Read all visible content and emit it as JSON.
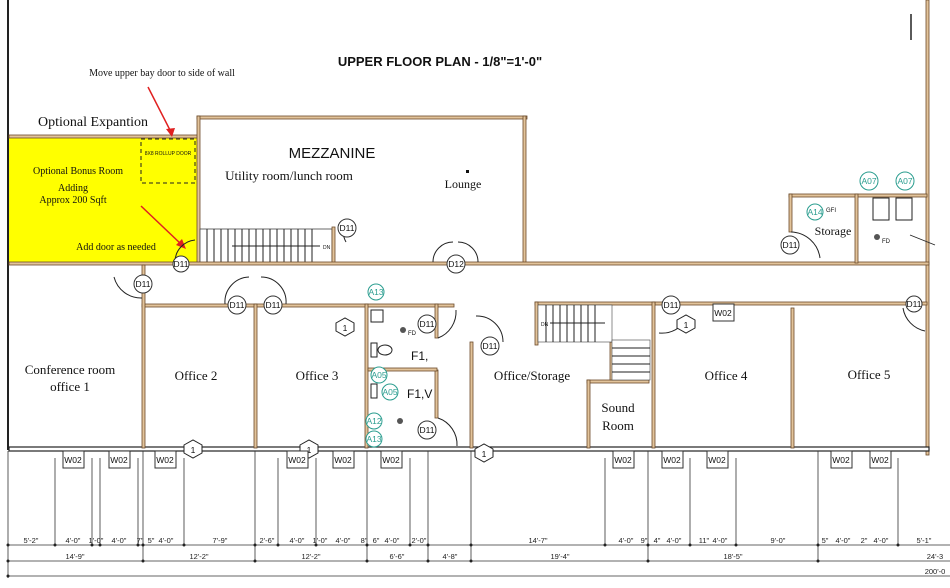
{
  "title": "UPPER FLOOR PLAN - 1/8\"=1'-0\"",
  "annotations": {
    "move_door_note": "Move upper bay door to side of wall",
    "optional_expansion": "Optional Expantion",
    "bonus_room_line1": "Optional Bonus Room",
    "bonus_room_line2": "Adding",
    "bonus_room_line3": "Approx 200 Sqft",
    "add_door_note": "Add door as needed",
    "rollup_door": "8X8 ROLLUP DOOR",
    "highlight_color": "#ffff00",
    "arrow_color": "#e02020"
  },
  "rooms": {
    "mezzanine": "MEZZANINE",
    "utility": "Utility room/lunch room",
    "lounge": "Lounge",
    "storage": "Storage",
    "conference_line1": "Conference room",
    "conference_line2": "office 1",
    "office2": "Office 2",
    "office3": "Office 3",
    "restroom1": "F1,",
    "restroom2": "F1,V",
    "office_storage": "Office/Storage",
    "sound_line1": "Sound",
    "sound_line2": "Room",
    "office4": "Office 4",
    "office5": "Office 5"
  },
  "tags": {
    "door_d11": "D11",
    "door_d12": "D12",
    "window_w02": "W02",
    "wall_type_1": "1",
    "a07": "A07",
    "a14": "A14",
    "a13": "A13",
    "a05": "A05",
    "a12": "A12",
    "gfi": "GFI",
    "fd": "FD",
    "dn": "DN"
  },
  "dimensions": {
    "row1": [
      "5'-2\"",
      "4'-0\"",
      "1'-0\"",
      "4'-0\"",
      "7\"",
      "5\"",
      "4'-0\"",
      "7'-9\"",
      "2'-6\"",
      "4'-0\"",
      "1'-0\"",
      "4'-0\"",
      "8\"",
      "6\"",
      "4'-0\"",
      "2'-0\"",
      "14'-7\"",
      "4'-0\"",
      "9\"",
      "4\"",
      "4'-0\"",
      "11\"",
      "4'-0\"",
      "9'-0\"",
      "5\"",
      "4'-0\"",
      "2\"",
      "4'-0\"",
      "5'-1\""
    ],
    "row2": [
      "14'-9\"",
      "12'-2\"",
      "12'-2\"",
      "6'-6\"",
      "4'-8\"",
      "19'-4\"",
      "18'-5\"",
      "24'-3"
    ],
    "row3": [
      "200'-0"
    ]
  }
}
